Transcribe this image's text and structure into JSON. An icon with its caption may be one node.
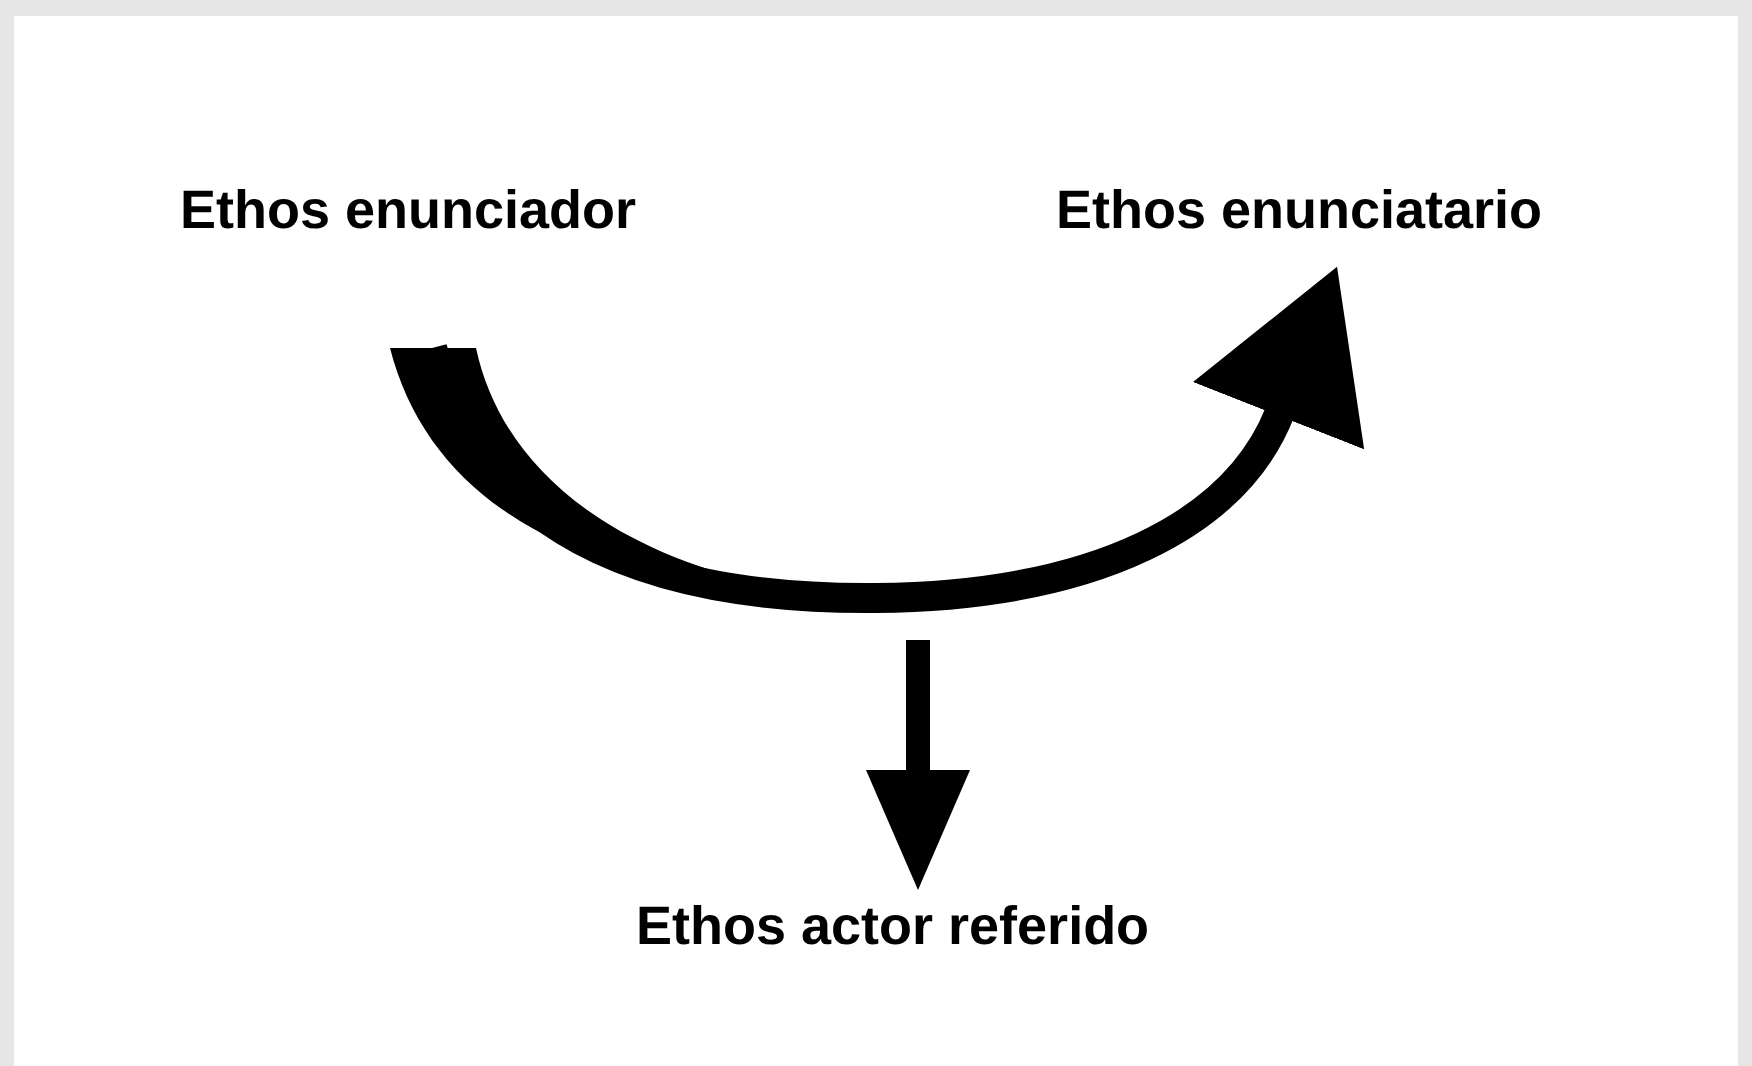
{
  "diagram": {
    "nodes": [
      {
        "text": [
          "Ethos enunciador"
        ]
      },
      {
        "text": [
          "Ethos enunciatario"
        ]
      },
      {
        "text": [
          "Ethos actor referido"
        ]
      }
    ],
    "edges": [
      {
        "from": 0,
        "to": 1,
        "arrow": "to"
      },
      {
        "from": null,
        "to": 2,
        "arrow": "to"
      }
    ]
  }
}
